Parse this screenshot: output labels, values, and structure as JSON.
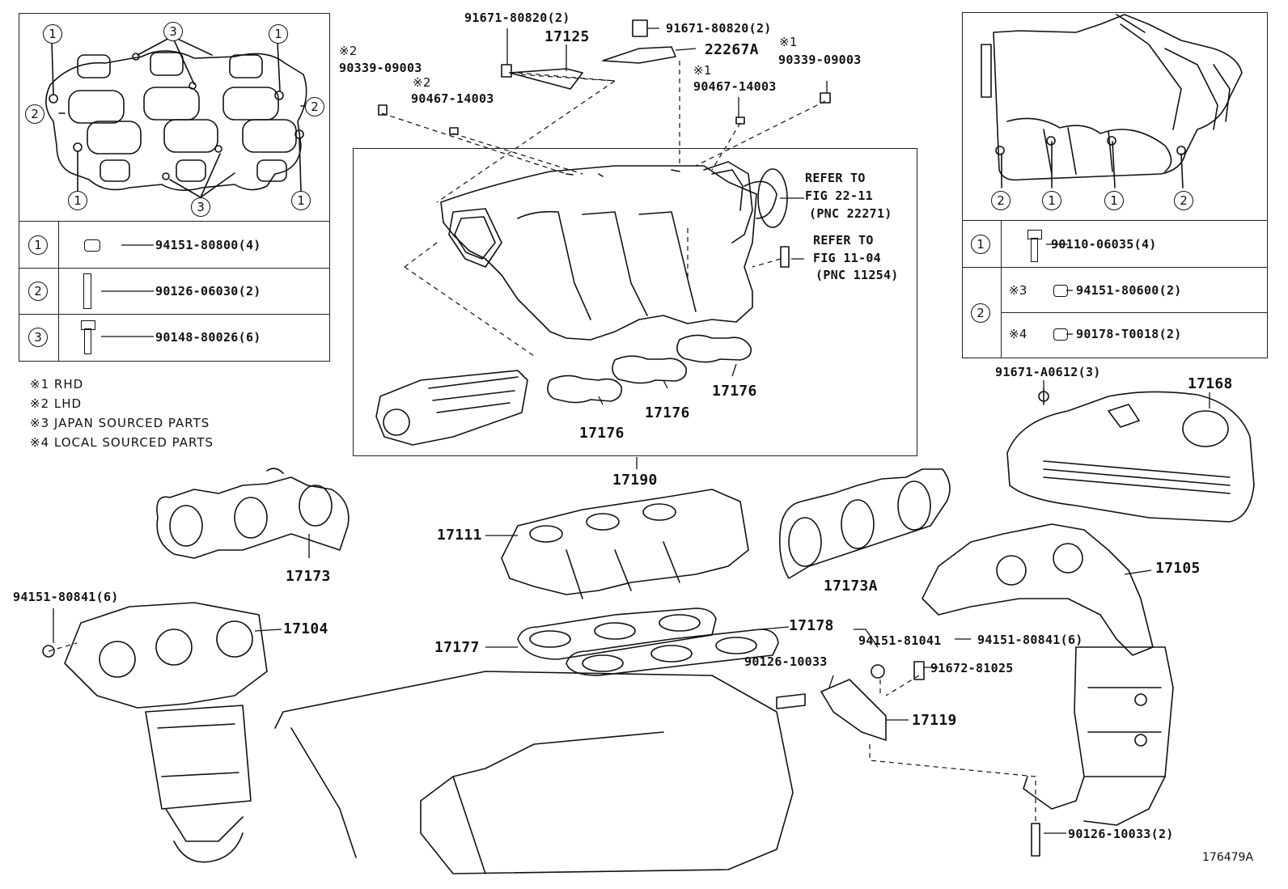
{
  "drawing_id": "176479A",
  "notes": [
    {
      "mark": "※1",
      "text": "RHD"
    },
    {
      "mark": "※2",
      "text": "LHD"
    },
    {
      "mark": "※3",
      "text": "JAPAN SOURCED PARTS"
    },
    {
      "mark": "※4",
      "text": "LOCAL SOURCED PARTS"
    }
  ],
  "left_inset": {
    "callouts": [
      "1",
      "2",
      "3"
    ],
    "rows": [
      {
        "key": "1",
        "part": "94151-80800(4)"
      },
      {
        "key": "2",
        "part": "90126-06030(2)"
      },
      {
        "key": "3",
        "part": "90148-80026(6)"
      }
    ]
  },
  "right_inset": {
    "callouts": [
      "1",
      "2"
    ],
    "rows": [
      {
        "key": "1",
        "mark": "",
        "part": "90110-06035(4)"
      },
      {
        "key": "2",
        "mark": "※3",
        "part": "94151-80600(2)"
      },
      {
        "key": "2",
        "mark": "※4",
        "part": "90178-T0018(2)"
      }
    ]
  },
  "labels": {
    "p91671_80820_a": "91671-80820(2)",
    "p91671_80820_b": "91671-80820(2)",
    "p17125": "17125",
    "p22267A": "22267A",
    "mark2_a": "※2",
    "p90339_09003_a": "90339-09003",
    "mark2_b": "※2",
    "p90467_14003_a": "90467-14003",
    "mark1_a": "※1",
    "p90339_09003_b": "90339-09003",
    "mark1_b": "※1",
    "p90467_14003_b": "90467-14003",
    "refer1_a": "REFER TO",
    "refer1_b": "FIG 22-11",
    "refer1_c": "(PNC 22271)",
    "refer2_a": "REFER TO",
    "refer2_b": "FIG 11-04",
    "refer2_c": "(PNC 11254)",
    "p17176_a": "17176",
    "p17176_b": "17176",
    "p17176_c": "17176",
    "p17190": "17190",
    "p17111": "17111",
    "p17173": "17173",
    "p17173A": "17173A",
    "p17168": "17168",
    "p91671_A0612": "91671-A0612(3)",
    "p17105": "17105",
    "p94151_80841_l": "94151-80841(6)",
    "p17104": "17104",
    "p17177": "17177",
    "p17178": "17178",
    "p94151_81041": "94151-81041",
    "p90126_10033_a": "90126-10033",
    "p91672_81025": "91672-81025",
    "p94151_80841_r": "94151-80841(6)",
    "p17119": "17119",
    "p90126_10033_b": "90126-10033(2)"
  }
}
